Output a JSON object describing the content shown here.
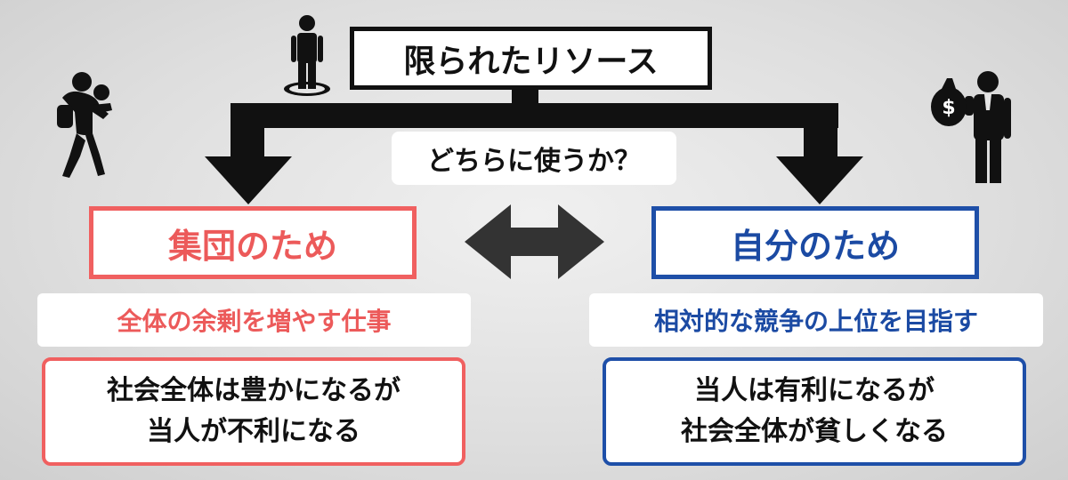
{
  "title": "限られたリソース",
  "question": "どちらに使うか？",
  "left": {
    "heading": "集団のため",
    "subheading": "全体の余剰を増やす仕事",
    "description": [
      "社会全体は豊かになるが",
      "当人が不利になる"
    ],
    "color": "#ec5a5a"
  },
  "right": {
    "heading": "自分のため",
    "subheading": "相対的な競争の上位を目指す",
    "description": [
      "当人は有利になるが",
      "社会全体が貧しくなる"
    ],
    "color": "#1b4aa3"
  },
  "icons": [
    "person-carrying-person-icon",
    "standing-person-icon",
    "businessman-with-money-bag-icon",
    "double-arrow-icon"
  ]
}
